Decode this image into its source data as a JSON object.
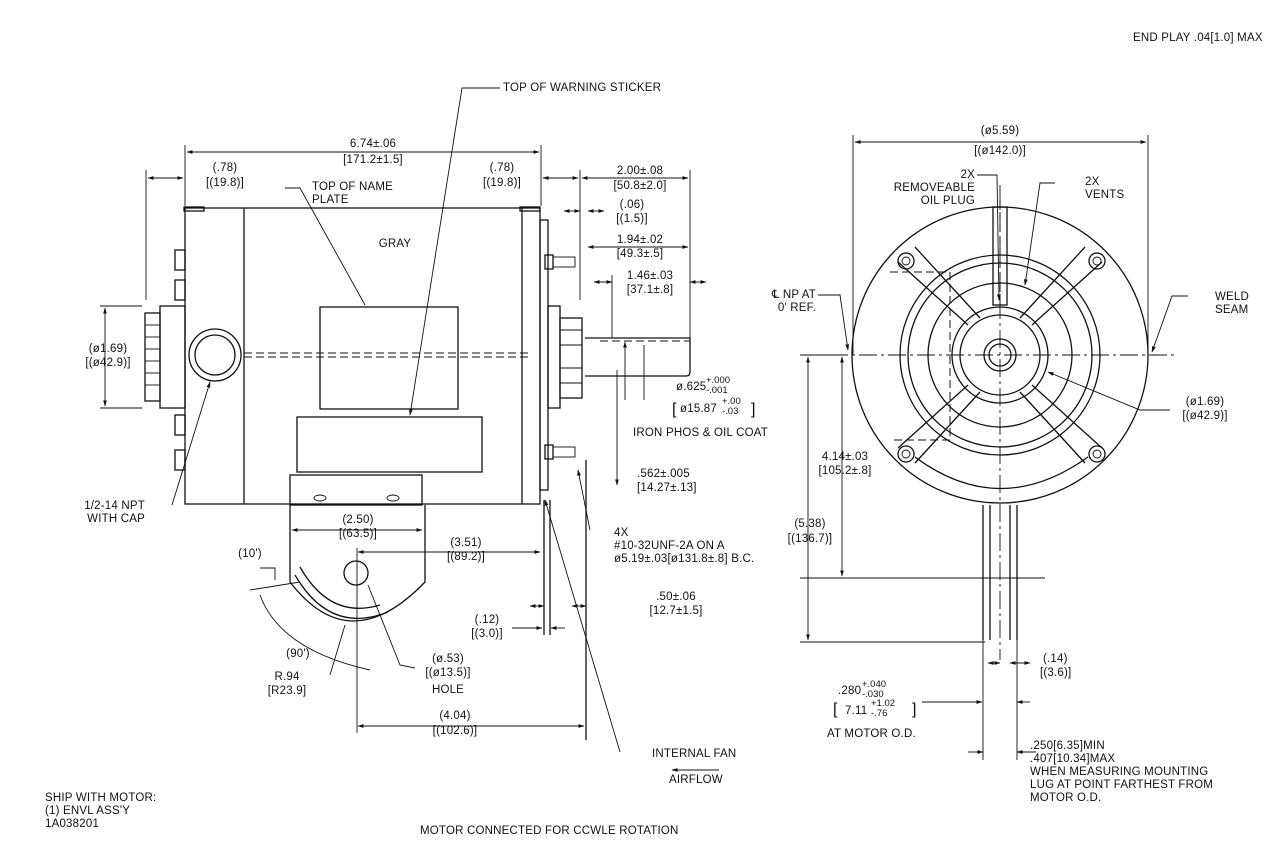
{
  "drawing": {
    "end_play": "END PLAY .04[1.0] MAX",
    "side_view": {
      "warning_sticker": "TOP OF WARNING STICKER",
      "overall_length": {
        "in": "6.74±.06",
        "mm": "[171.2±1.5]"
      },
      "left_offset": {
        "in": "(.78)",
        "mm": "[(19.8)]"
      },
      "right_offset": {
        "in": "(.78)",
        "mm": "[(19.8)]"
      },
      "name_plate": "TOP OF NAME\nPLATE",
      "color_note": "GRAY",
      "shaft_ext": {
        "in": "2.00±.08",
        "mm": "[50.8±2.0]"
      },
      "gap": {
        "in": "(.06)",
        "mm": "[(1.5)]"
      },
      "shaft_len": {
        "in": "1.94±.02",
        "mm": "[49.3±.5]"
      },
      "flat_len": {
        "in": "1.46±.03",
        "mm": "[37.1±.8]"
      },
      "hub_dia": {
        "in": "(ø1.69)",
        "mm": "[(ø42.9)]"
      },
      "shaft_dia": {
        "in": "ø.625",
        "in_tol_plus": "+.000",
        "in_tol_minus": "-.001",
        "mm": "ø15.87",
        "mm_tol_plus": "+.00",
        "mm_tol_minus": "-.03",
        "note": "IRON PHOS & OIL COAT"
      },
      "flat_depth": {
        "in": ".562±.005",
        "mm": "[14.27±.13]"
      },
      "npt": "1/2-14 NPT\nWITH CAP",
      "studs": "4X\n#10-32UNF-2A ON A\nø5.19±.03[ø131.8±.8] B.C.",
      "bracket_width": {
        "in": "(2.50)",
        "mm": "[(63.5)]"
      },
      "hole_offset": {
        "in": "(3.51)",
        "mm": "[(89.2)]"
      },
      "angle_10": "(10')",
      "angle_90": "(90')",
      "radius": {
        "in": "R.94",
        "mm": "[R23.9]"
      },
      "hole": {
        "in": "(ø.53)",
        "mm": "[(ø13.5)]",
        "label": "HOLE"
      },
      "stud_len": {
        "in": ".50±.06",
        "mm": "[12.7±1.5]"
      },
      "thick": {
        "in": "(.12)",
        "mm": "[(3.0)]"
      },
      "bracket_len": {
        "in": "(4.04)",
        "mm": "[(102.6)]"
      },
      "fan": "INTERNAL FAN",
      "airflow": "AIRFLOW"
    },
    "end_view": {
      "diameter": {
        "in": "(ø5.59)",
        "mm": "[(ø142.0)]"
      },
      "oil_plug": "2X\nREMOVEABLE\nOIL PLUG",
      "vents": "2X\nVENTS",
      "np_ref": "℄ NP AT\n0' REF.",
      "weld": "WELD\nSEAM",
      "hub": {
        "in": "(ø1.69)",
        "mm": "[(ø42.9)]"
      },
      "center_h": {
        "in": "4.14±.03",
        "mm": "[105.2±.8]"
      },
      "total_h": {
        "in": "(5.38)",
        "mm": "[(136.7)]"
      },
      "lug_gap": {
        "in": "(.14)",
        "mm": "[(3.6)]"
      },
      "lug_w": {
        "in": ".280",
        "in_plus": "+.040",
        "in_minus": "-.030",
        "mm": "7.11",
        "mm_plus": "+1.02",
        "mm_minus": "-.76",
        "note": "AT MOTOR O.D."
      },
      "lug_span": ".250[6.35]MIN\n.407[10.34]MAX\nWHEN MEASURING MOUNTING\nLUG AT POINT FARTHEST FROM\nMOTOR O.D."
    },
    "ship_note": "SHIP WITH MOTOR:\n(1) ENVL ASS'Y\n1A038201",
    "rotation_note": "MOTOR CONNECTED FOR CCWLE ROTATION"
  }
}
